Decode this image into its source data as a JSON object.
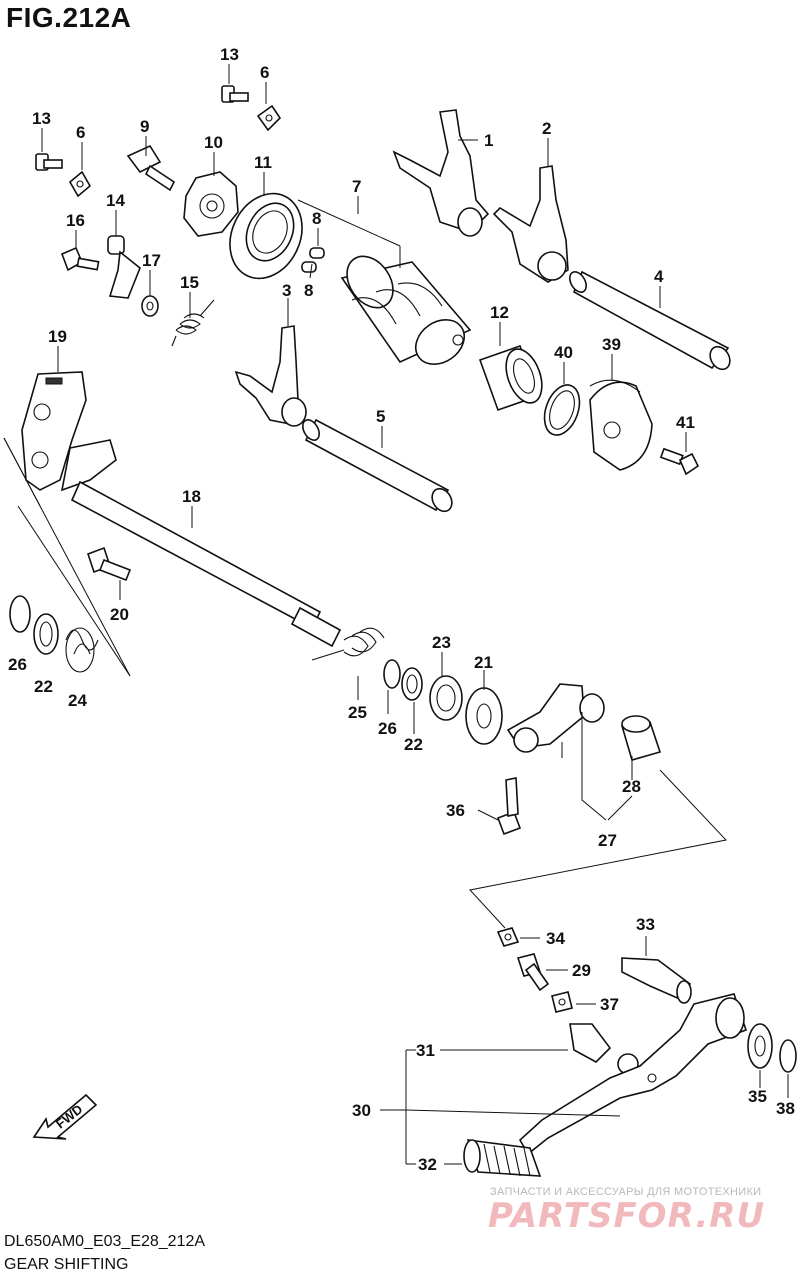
{
  "figure": {
    "title": "FIG.212A",
    "code": "DL650AM0_E03_E28_212A",
    "caption": "GEAR SHIFTING"
  },
  "direction": {
    "label": "FWD"
  },
  "watermark": {
    "top_line": "ЗАПЧАСТИ И АКСЕССУАРЫ ДЛЯ МОТОТЕХНИКИ",
    "brand": "PARTSFOR.RU"
  },
  "callouts": {
    "p1": "1",
    "p2": "2",
    "p3": "3",
    "p4": "4",
    "p5": "5",
    "p6a": "6",
    "p6b": "6",
    "p7": "7",
    "p8a": "8",
    "p8b": "8",
    "p9": "9",
    "p10": "10",
    "p11": "11",
    "p12": "12",
    "p13a": "13",
    "p13b": "13",
    "p14": "14",
    "p15": "15",
    "p16": "16",
    "p17": "17",
    "p18": "18",
    "p19": "19",
    "p20": "20",
    "p21": "21",
    "p22a": "22",
    "p22b": "22",
    "p23": "23",
    "p24": "24",
    "p25": "25",
    "p26a": "26",
    "p26b": "26",
    "p27": "27",
    "p28": "28",
    "p29": "29",
    "p30": "30",
    "p31": "31",
    "p32": "32",
    "p33": "33",
    "p34": "34",
    "p35": "35",
    "p36": "36",
    "p37": "37",
    "p38": "38",
    "p39": "39",
    "p40": "40",
    "p41": "41"
  }
}
